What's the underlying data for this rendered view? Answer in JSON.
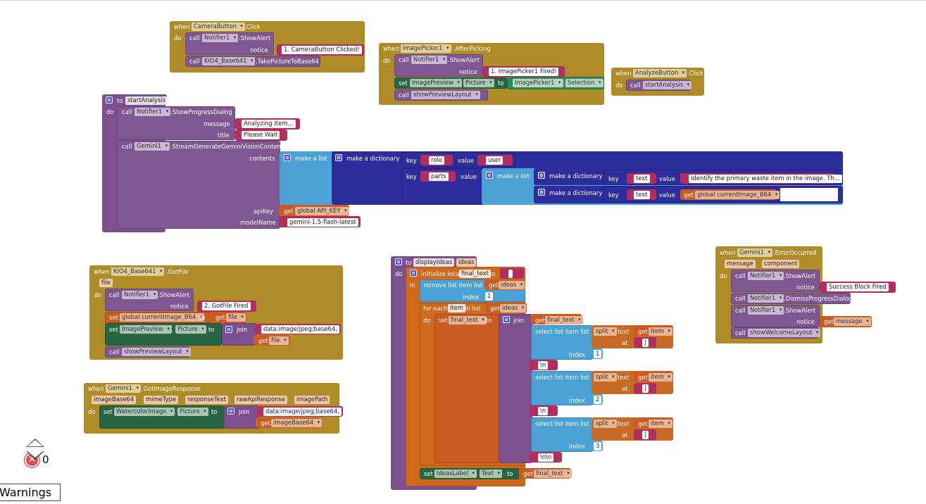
{
  "blocks": {
    "camera_click": {
      "when": "when",
      "component": "CameraButton",
      "event": ".Click",
      "do": "do",
      "call": "call",
      "notifier": "Notifier1",
      "show_alert": ".ShowAlert",
      "notice": "notice",
      "notice_text": "1. CameraButton Clicked!",
      "kio4": "KIO4_Base641",
      "take_picture": ".TakePictureToBase64"
    },
    "picker_after": {
      "when": "when",
      "component": "ImagePicker1",
      "event": ".AfterPicking",
      "do": "do",
      "call": "call",
      "notifier": "Notifier1",
      "show_alert": ".ShowAlert",
      "notice": "notice",
      "notice_text": "1. ImagePicker1 Fired!",
      "set": "set",
      "image_preview": "ImagePreview",
      "picture": "Picture",
      "to": "to",
      "picker": "ImagePicker1",
      "selection": "Selection",
      "call2": "call",
      "show_preview": "showPreviewLayout"
    },
    "analyze_click": {
      "when": "when",
      "component": "AnalyzeButton",
      "event": ".Click",
      "do": "do",
      "call": "call",
      "proc": "startAnalysis"
    },
    "start_analysis": {
      "to": "to",
      "name": "startAnalysis",
      "do": "do",
      "call": "call",
      "notifier": "Notifier1",
      "show_progress": ".ShowProgressDialog",
      "message": "message",
      "message_text": "Analyzing Item...",
      "title": "title",
      "title_text": "Please Wait",
      "call2": "call",
      "gemini": "Gemini1",
      "stream": ".StreamGenerateGeminiVisionContent",
      "contents": "contents",
      "make_list": "make a list",
      "make_dict": "make a dictionary",
      "key": "key",
      "value": "value",
      "role": "role",
      "user": "user",
      "parts": "parts",
      "make_list2": "make a list",
      "make_dict2": "make a dictionary",
      "make_dict3": "make a dictionary",
      "text_key": "text",
      "prompt_text": "Identify the primary waste item in the image. Th...",
      "text_key2": "text",
      "get": "get",
      "global_image": "global currentImage_B64",
      "api_key": "apiKey",
      "get_api": "get",
      "global_api": "global API_KEY",
      "model_name": "modelName",
      "model_text": "gemini-1.5-flash-latest"
    },
    "kio4_gotfile": {
      "when": "when",
      "component": "KIO4_Base641",
      "event": ".GotFile",
      "param": "file",
      "do": "do",
      "call": "call",
      "notifier": "Notifier1",
      "show_alert": ".ShowAlert",
      "notice": "notice",
      "notice_text": "2. GotFile Fired",
      "set": "set",
      "global_image": "global currentImage_B64",
      "to": "to",
      "get": "get",
      "file": "file",
      "set2": "set",
      "image_preview": "ImagePreview",
      "picture": "Picture",
      "to2": "to",
      "join": "join",
      "data_prefix": "data:image/jpeg;base64,",
      "get2": "get",
      "file2": "file",
      "call2": "call",
      "show_preview": "showPreviewLayout"
    },
    "gemini_image": {
      "when": "when",
      "component": "Gemini1",
      "event": ".GotImageResponse",
      "params": [
        "imageBase64",
        "mimeType",
        "responseText",
        "rawApiResponse",
        "imagePath"
      ],
      "do": "do",
      "set": "set",
      "watercolor": "WatercolorImage",
      "picture": "Picture",
      "to": "to",
      "join": "join",
      "data_prefix": "data:image/jpeg;base64,",
      "get": "get",
      "image_b64": "imageBase64"
    },
    "display_ideas": {
      "to": "to",
      "name": "displayIdeas",
      "param": "ideas",
      "do": "do",
      "init_local": "initialize local",
      "final_text": "final_text",
      "to2": "to",
      "empty": " ",
      "in": "in",
      "remove_item": "remove list item  list",
      "get": "get",
      "ideas": "ideas",
      "index": "index",
      "index_val": "1",
      "for_each": "for each",
      "item": "item",
      "in_list": "in list",
      "get_ideas": "get",
      "ideas2": "ideas",
      "do2": "do",
      "set": "set",
      "final_text2": "final_text",
      "to3": "to",
      "join": "join",
      "get_ft": "get",
      "final_text3": "final_text",
      "select_item": "select list item  list",
      "split": "split",
      "text": "text",
      "get_item": "get",
      "item_var": "item",
      "at": "at",
      "sep": "|",
      "index_lbl": "index",
      "idx1": "1",
      "idx2": "2",
      "idx3": "3",
      "newline": "\\n",
      "double_newline": "\\n\\n",
      "set2": "set",
      "ideas_label": "IdeasLabel",
      "text_prop": "Text",
      "to4": "to",
      "get_final": "get",
      "final_text4": "final_text"
    },
    "gemini_error": {
      "when": "when",
      "component": "Gemini1",
      "event": ".ErrorOccurred",
      "params": [
        "message",
        "component"
      ],
      "do": "do",
      "call": "call",
      "notifier": "Notifier1",
      "show_alert": ".ShowAlert",
      "notice": "notice",
      "notice_text": "Success Block Fired",
      "dismiss": ".DismissProgressDialog",
      "show_alert2": ".ShowAlert",
      "notice2": "notice",
      "get": "get",
      "message_var": "message",
      "show_welcome": "showWelcomeLayout"
    }
  },
  "warnings": {
    "error_count": "0",
    "label": "Warnings"
  }
}
